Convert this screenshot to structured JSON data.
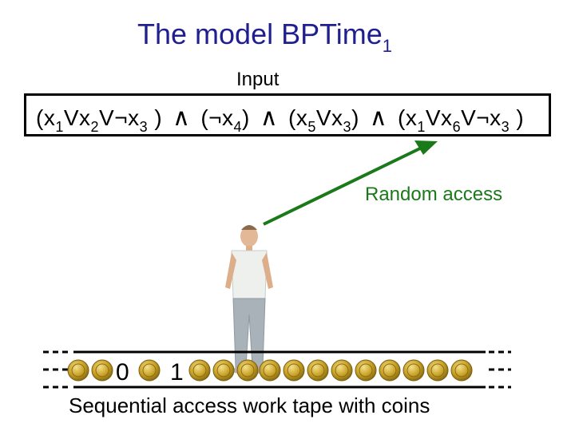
{
  "title": {
    "text": "The model BPTime",
    "subscript": "1"
  },
  "input": {
    "label": "Input",
    "clauses": [
      [
        {
          "t": "(x"
        },
        {
          "s": "1"
        },
        {
          "t": "Vx"
        },
        {
          "s": "2"
        },
        {
          "t": "V¬x"
        },
        {
          "s": "3"
        },
        {
          "t": " )"
        }
      ],
      [
        {
          "t": "(¬x"
        },
        {
          "s": "4"
        },
        {
          "t": ")"
        }
      ],
      [
        {
          "t": "(x"
        },
        {
          "s": "5"
        },
        {
          "t": "Vx"
        },
        {
          "s": "3"
        },
        {
          "t": ")"
        }
      ],
      [
        {
          "t": "(x"
        },
        {
          "s": "1"
        },
        {
          "t": "Vx"
        },
        {
          "s": "6"
        },
        {
          "t": "V¬x"
        },
        {
          "s": "3"
        },
        {
          "t": " )"
        }
      ]
    ],
    "connective": "∧"
  },
  "arrow": {
    "label": "Random access",
    "color": "#1a7a1a"
  },
  "tape": {
    "caption": "Sequential access work tape with coins",
    "cell_labels": [
      "0",
      "1"
    ],
    "coin_color": "#c9a227"
  }
}
